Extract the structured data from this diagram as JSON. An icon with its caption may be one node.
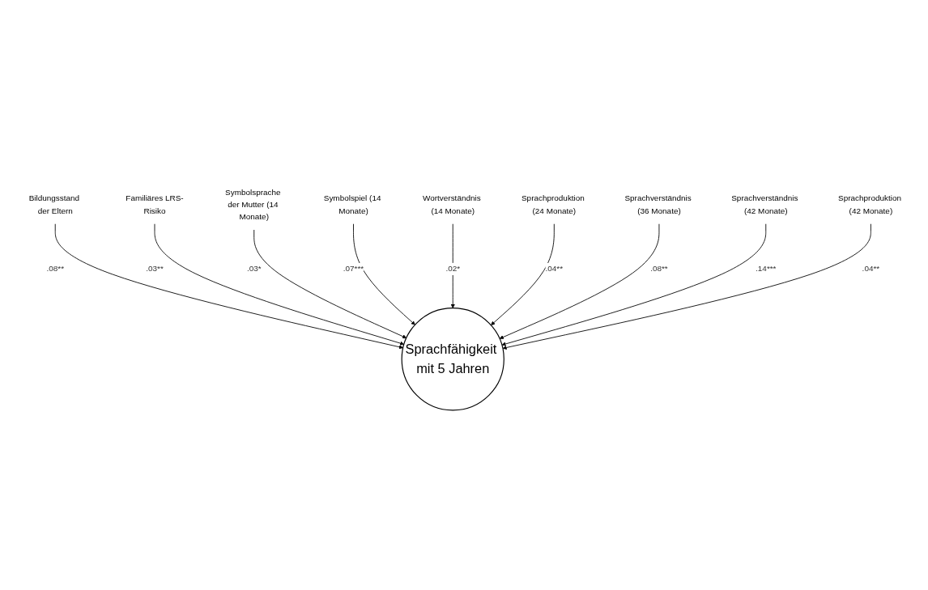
{
  "diagram": {
    "nodes": [
      {
        "text": [
          "Sprachfähigkeit mit 5 Jahren"
        ]
      },
      {
        "text": [
          "Bildungsstand der Eltern"
        ]
      },
      {
        "text": [
          "Familiäres LRS-Risiko"
        ]
      },
      {
        "text": [
          "Symbolsprache der Mutter (14 Monate)"
        ]
      },
      {
        "text": [
          "Symbolspiel (14 Monate)"
        ]
      },
      {
        "text": [
          "Wortverständnis (14 Monate)"
        ]
      },
      {
        "text": [
          "Sprachproduktion (24 Monate)"
        ]
      },
      {
        "text": [
          "Sprachverständnis (36 Monate)"
        ]
      },
      {
        "text": [
          "Sprachverständnis (42 Monate)"
        ]
      },
      {
        "text": [
          "Sprachproduktion (42 Monate)"
        ]
      }
    ],
    "edges": [
      {
        "from": 1,
        "to": 0,
        "arrow": "to",
        "label": ".08**"
      },
      {
        "from": 2,
        "to": 0,
        "arrow": "to",
        "label": ".03**"
      },
      {
        "from": 3,
        "to": 0,
        "arrow": "to",
        "label": ".03*"
      },
      {
        "from": 4,
        "to": 0,
        "arrow": "to",
        "label": ".07***"
      },
      {
        "from": 5,
        "to": 0,
        "arrow": "to",
        "label": ".02*"
      },
      {
        "from": 6,
        "to": 0,
        "arrow": "to",
        "label": ".04**"
      },
      {
        "from": 7,
        "to": 0,
        "arrow": "to",
        "label": ".08**"
      },
      {
        "from": 8,
        "to": 0,
        "arrow": "to",
        "label": ".14***"
      },
      {
        "from": 9,
        "to": 0,
        "arrow": "to",
        "label": ".04**"
      }
    ]
  }
}
